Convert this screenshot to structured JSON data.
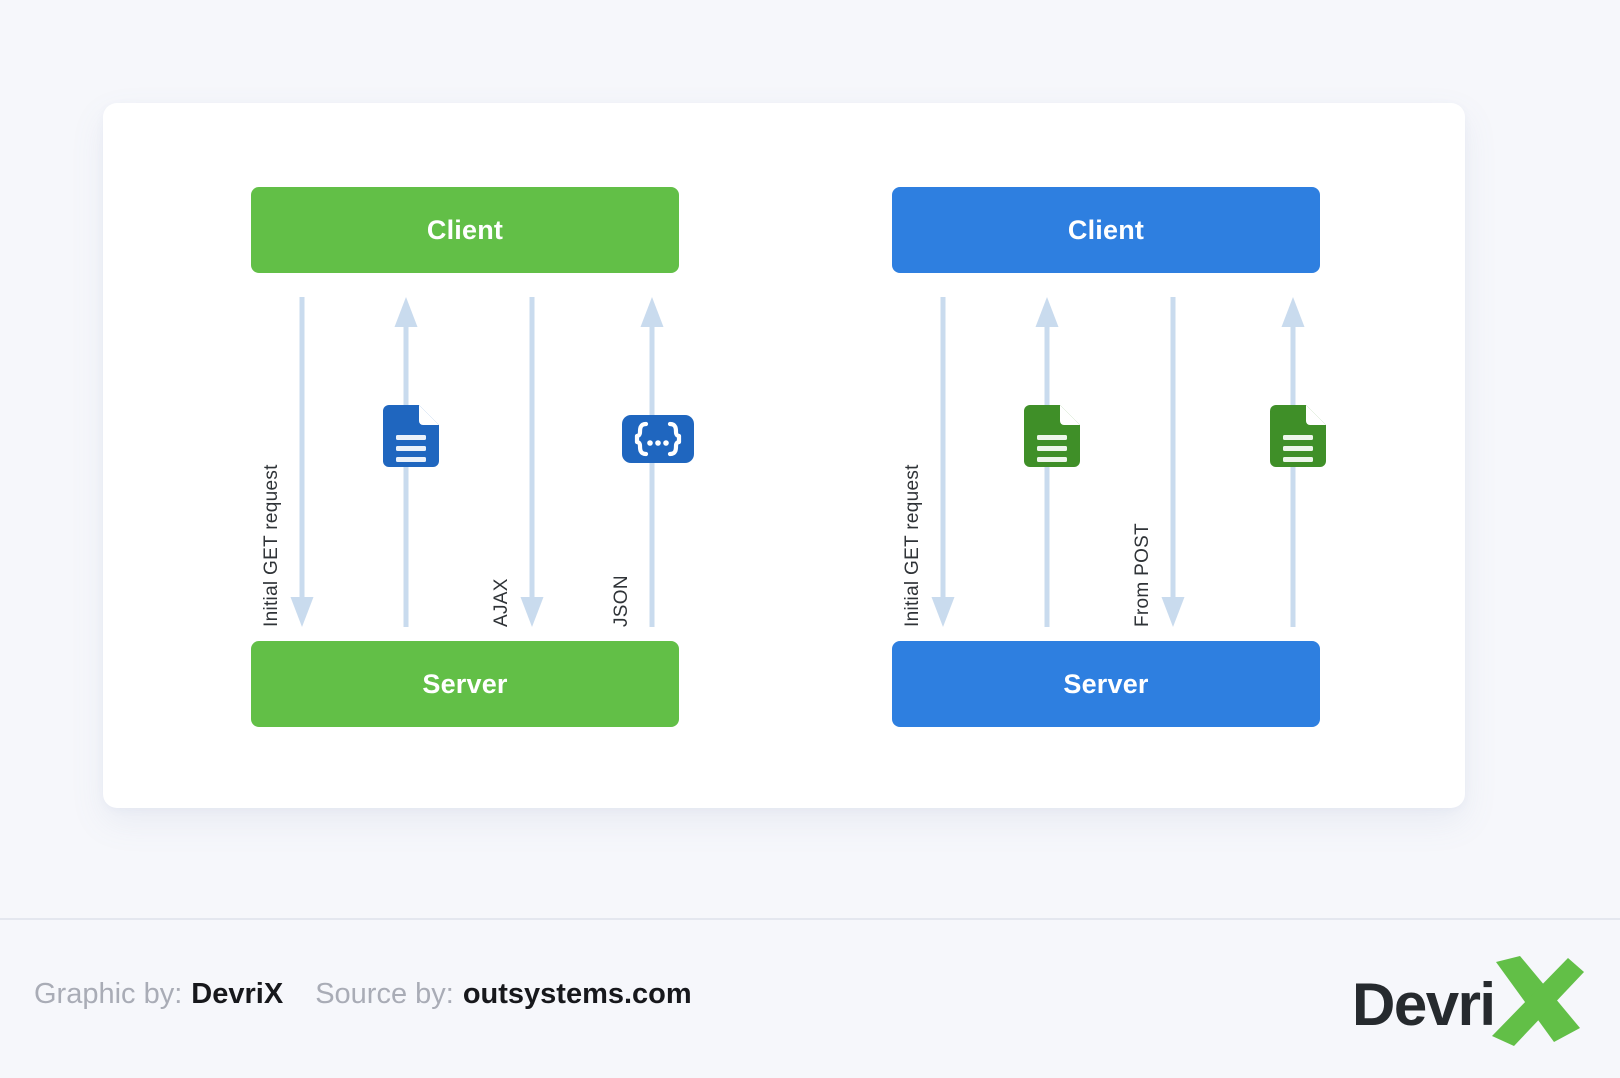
{
  "theme": {
    "background": "#f6f7fb",
    "card_background": "#ffffff",
    "green": "#62bf47",
    "blue": "#2e7fe0",
    "doc_icon_blue": "#1f66bf",
    "doc_icon_green": "#3f8f28",
    "arrow": "#c9dbee",
    "label_text": "#2f3337",
    "logo_green": "#62bf47",
    "logo_dark": "#262a2e"
  },
  "diagram": {
    "type": "sequence-comparison",
    "panels": [
      {
        "id": "left",
        "color": "green",
        "client_label": "Client",
        "server_label": "Server",
        "lanes": [
          {
            "label": "Initial GET request",
            "direction": "down",
            "icon": null,
            "label_align": "top"
          },
          {
            "label": "",
            "direction": "up",
            "icon": "document-icon",
            "icon_color": "blue",
            "label_align": "top"
          },
          {
            "label": "AJAX",
            "direction": "down",
            "icon": null,
            "label_align": "top"
          },
          {
            "label": "JSON",
            "direction": "up",
            "icon": "json-braces-icon",
            "icon_color": "blue",
            "label_align": "top"
          }
        ]
      },
      {
        "id": "right",
        "color": "blue",
        "client_label": "Client",
        "server_label": "Server",
        "lanes": [
          {
            "label": "Initial GET request",
            "direction": "down",
            "icon": null,
            "label_align": "top"
          },
          {
            "label": "",
            "direction": "up",
            "icon": "document-icon",
            "icon_color": "green",
            "label_align": "top"
          },
          {
            "label": "From POST",
            "direction": "down",
            "icon": null,
            "label_align": "top"
          },
          {
            "label": "",
            "direction": "up",
            "icon": "document-icon",
            "icon_color": "green",
            "label_align": "top"
          }
        ]
      }
    ]
  },
  "footer": {
    "graphic_by_key": "Graphic by:",
    "graphic_by_value": "DevriX",
    "source_by_key": "Source by:",
    "source_by_value": "outsystems.com",
    "logo_word": "Devri",
    "logo_mark": "X"
  }
}
